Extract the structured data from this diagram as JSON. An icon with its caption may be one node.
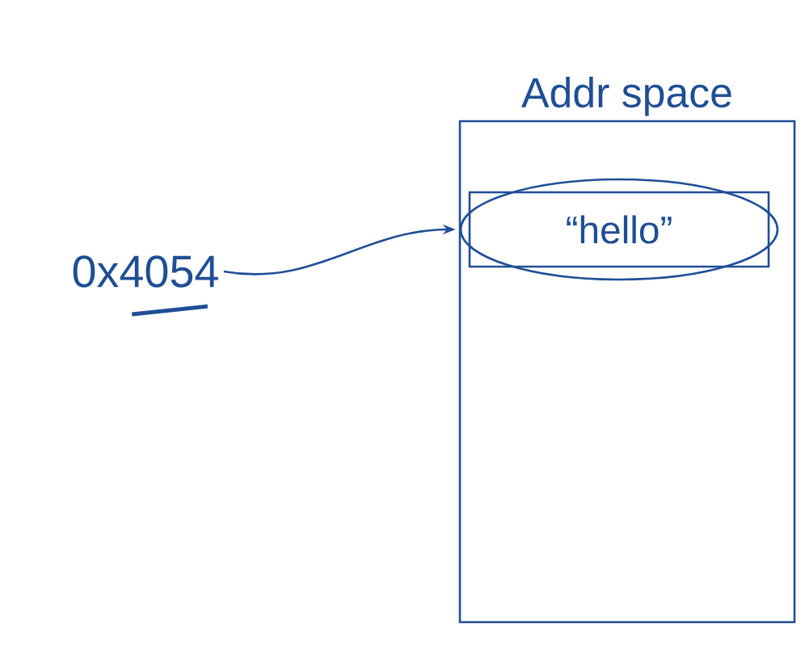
{
  "diagram": {
    "nodes": [
      {
        "text": [
          "Addr space"
        ]
      },
      {
        "text": [
          "“hello”"
        ],
        "in": 0
      },
      {
        "text": [
          "0x4054"
        ]
      }
    ],
    "edges": [
      {
        "from": 2,
        "to": 1,
        "arrow": "to"
      }
    ]
  }
}
